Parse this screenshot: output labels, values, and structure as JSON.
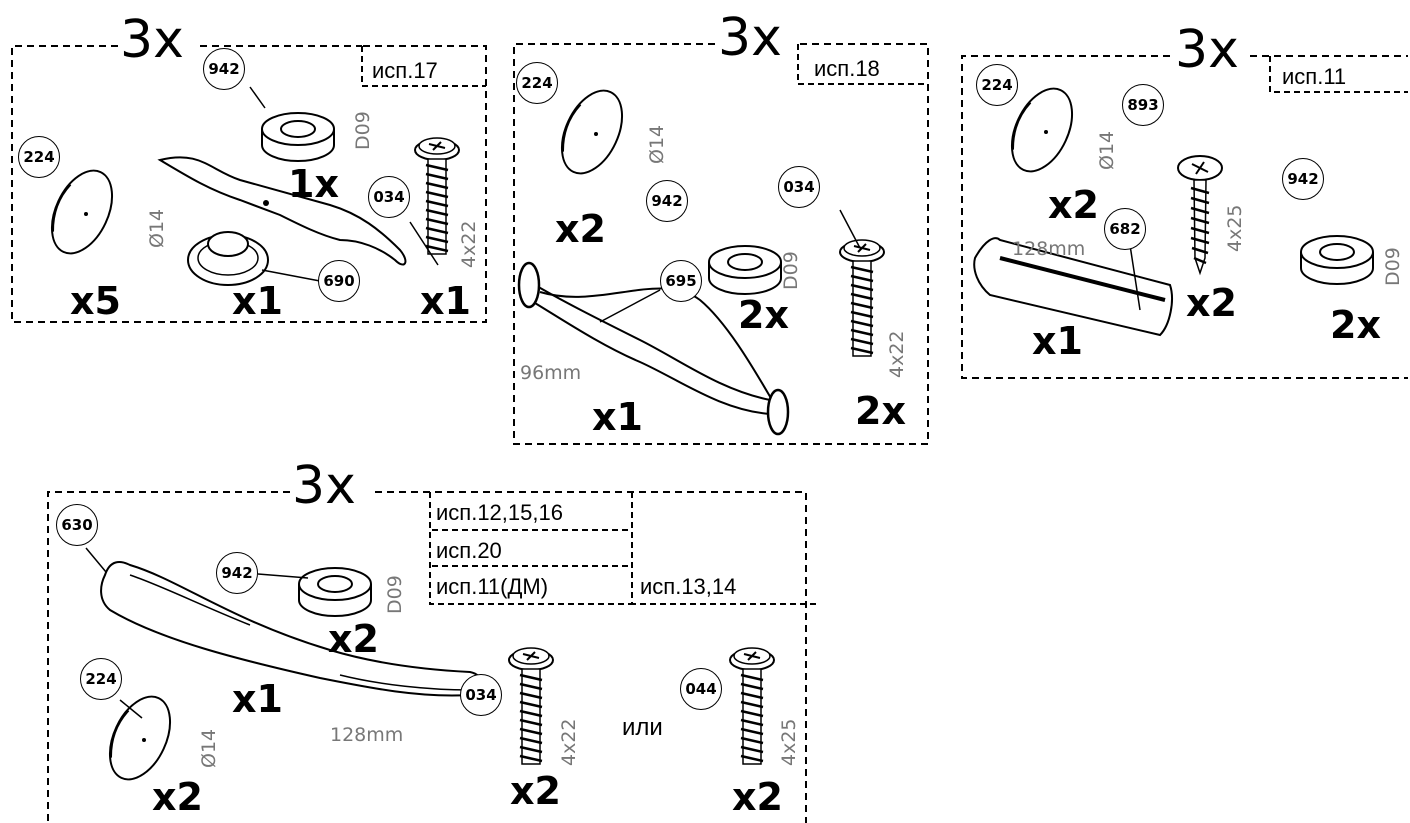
{
  "panels": [
    {
      "count": "3x",
      "version": "исп.17",
      "parts": {
        "p942": {
          "code": "942",
          "dim": "D09",
          "qty": "1x"
        },
        "p224": {
          "code": "224",
          "dim": "Ø14",
          "qty": "x5"
        },
        "p690": {
          "code": "690",
          "qty": "x1"
        },
        "p034": {
          "code": "034",
          "dim": "4x22",
          "qty": "x1"
        }
      }
    },
    {
      "count": "3x",
      "version": "исп.18",
      "parts": {
        "p224": {
          "code": "224",
          "dim": "Ø14",
          "qty": "x2"
        },
        "p942": {
          "code": "942",
          "dim": "D09",
          "qty": "2x"
        },
        "p034": {
          "code": "034",
          "dim": "4x22",
          "qty": "2x"
        },
        "p695": {
          "code": "695",
          "size": "96mm",
          "qty": "x1"
        }
      }
    },
    {
      "count": "3x",
      "version": "исп.11",
      "parts": {
        "p224": {
          "code": "224",
          "dim": "Ø14",
          "qty": "x2"
        },
        "p893": {
          "code": "893",
          "dim": "4x25",
          "qty": "x2"
        },
        "p942": {
          "code": "942",
          "dim": "D09",
          "qty": "2x"
        },
        "p682": {
          "code": "682",
          "size": "128mm",
          "qty": "x1"
        }
      }
    },
    {
      "count": "3x",
      "versions": [
        "исп.12,15,16",
        "исп.20",
        "исп.11(ДМ)"
      ],
      "version_alt": "исп.13,14",
      "or_label": "или",
      "parts": {
        "p630": {
          "code": "630",
          "size": "128mm",
          "qty": "x1"
        },
        "p942": {
          "code": "942",
          "dim": "D09",
          "qty": "x2"
        },
        "p224": {
          "code": "224",
          "dim": "Ø14",
          "qty": "x2"
        },
        "p034": {
          "code": "034",
          "dim": "4x22",
          "qty": "x2"
        },
        "p044": {
          "code": "044",
          "dim": "4x25",
          "qty": "x2"
        }
      }
    }
  ]
}
